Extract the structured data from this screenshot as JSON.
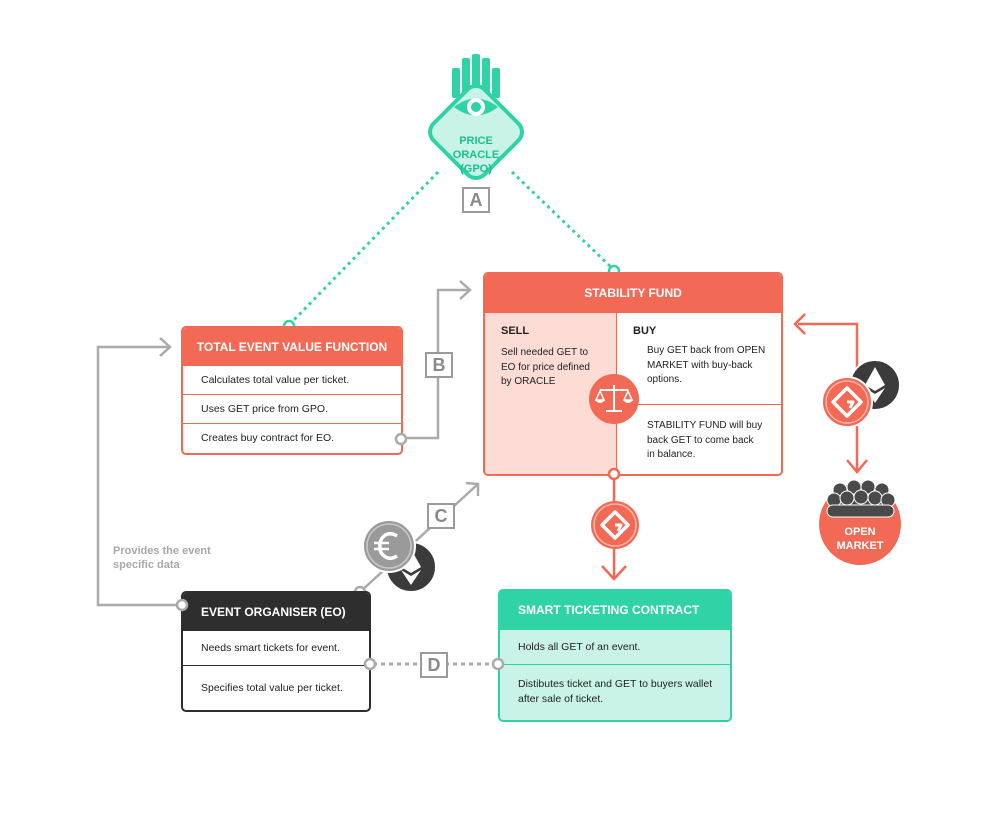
{
  "oracle": {
    "title_lines": [
      "PRICE",
      "ORACLE",
      "(GPO)"
    ],
    "letter": "A"
  },
  "letters": {
    "b": "B",
    "c": "C",
    "d": "D"
  },
  "tevf": {
    "title": "TOTAL EVENT VALUE FUNCTION",
    "rows": [
      "Calculates total value per ticket.",
      "Uses GET price from GPO.",
      "Creates buy contract for EO."
    ]
  },
  "stability": {
    "title": "STABILITY FUND",
    "sell": {
      "title": "SELL",
      "text_lines": [
        "Sell needed GET to",
        "EO for price defined",
        "by ORACLE"
      ]
    },
    "buy": {
      "title": "BUY",
      "text_lines": [
        "Buy GET back from OPEN",
        "MARKET with buy-back",
        "options."
      ]
    },
    "balance_lines": [
      "STABILITY FUND will buy",
      "back GET to come back",
      "in balance."
    ]
  },
  "open_market": {
    "label_lines": [
      "OPEN",
      "MARKET"
    ]
  },
  "event_organiser": {
    "title": "EVENT ORGANISER (EO)",
    "rows": [
      "Needs smart tickets for event.",
      "Specifies total value per ticket."
    ],
    "side_note_lines": [
      "Provides the event",
      "specific data"
    ]
  },
  "smart_contract": {
    "title": "SMART TICKETING CONTRACT",
    "rows": [
      "Holds all GET of an event."
    ],
    "row2_lines": [
      "Distibutes ticket and GET to buyers wallet",
      "after sale of ticket."
    ]
  },
  "colors": {
    "coral": "#f26a55",
    "mint": "#2fd3a6",
    "mint_bg": "#c9f3e6",
    "dark": "#2e2e2e",
    "grey": "#9a9a9a",
    "sell_bg": "#fcdcd5"
  }
}
